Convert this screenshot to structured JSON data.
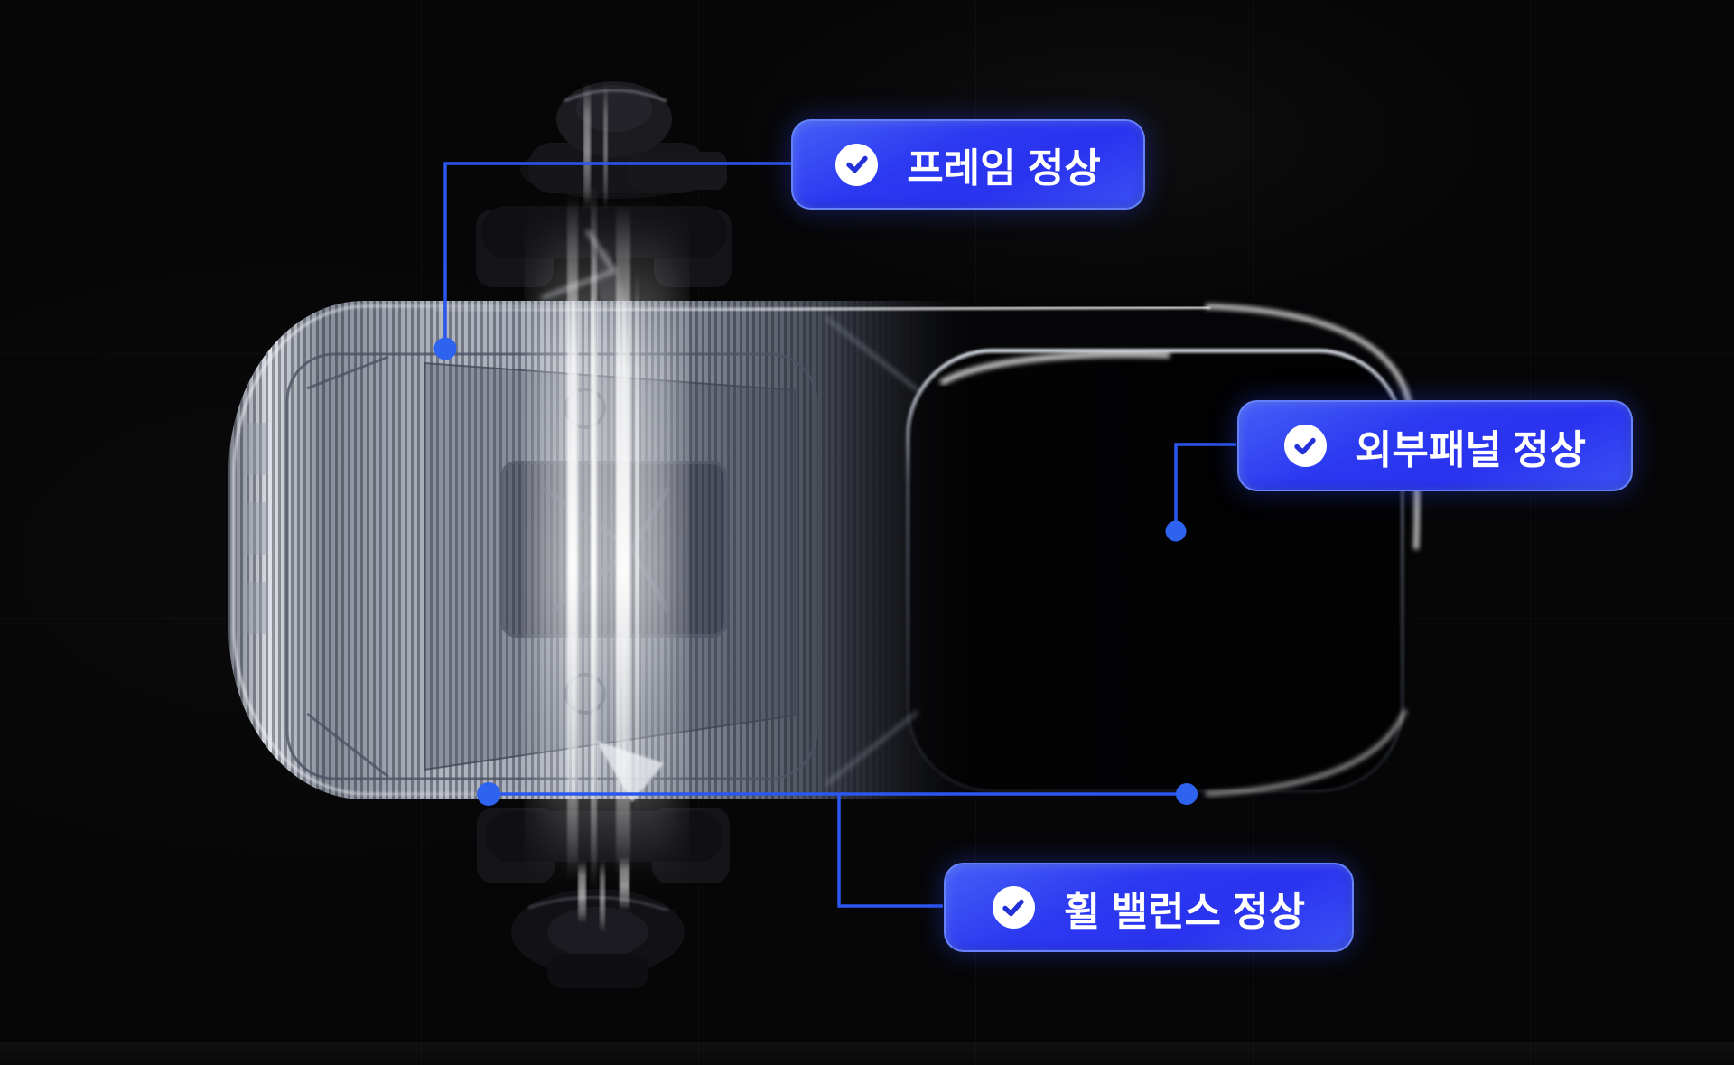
{
  "scene": {
    "background_color": "#060607",
    "connector_line_color": "#2b57f0",
    "connector_dot_color": "#2e63f0",
    "label_gradient_start": "#445ff8",
    "label_gradient_end": "#3b52f5",
    "label_border_color": "#6e8cfa",
    "label_text_color": "#ffffff",
    "check_icon_circle_color": "#ffffff",
    "check_icon_mark_color": "#2531d8",
    "illustration": "car-top-view-xray"
  },
  "callouts": [
    {
      "id": "frame",
      "icon": "check-circle-icon",
      "label": "프레임 정상"
    },
    {
      "id": "exterior-panel",
      "icon": "check-circle-icon",
      "label": "외부패널 정상"
    },
    {
      "id": "wheel-balance",
      "icon": "check-circle-icon",
      "label": "휠 밸런스 정상"
    }
  ]
}
